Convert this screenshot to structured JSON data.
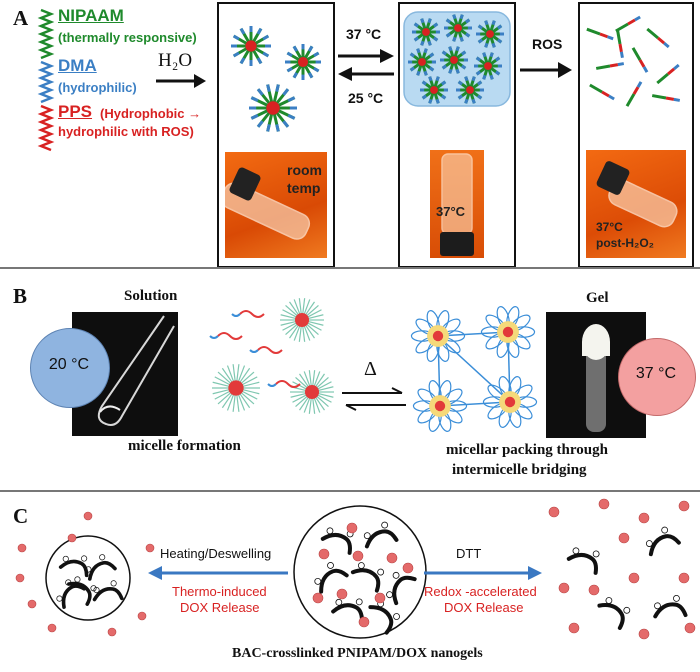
{
  "panel_a": {
    "label": "A",
    "legend": [
      {
        "name": "NIPAAM",
        "desc": "(thermally responsive)",
        "color": "#1f8a2c"
      },
      {
        "name": "DMA",
        "desc": "(hydrophilic)",
        "color": "#3b7fc4"
      },
      {
        "name": "PPS",
        "desc": "(Hydrophobic →",
        "desc2": "hydrophilic with ROS)",
        "color": "#d82222"
      }
    ],
    "h2o_label": "H₂O",
    "arrow_forward_label": "37 °C",
    "arrow_back_label": "25 °C",
    "ros_label": "ROS",
    "photo1_label_line1": "room",
    "photo1_label_line2": "temp",
    "photo2_label": "37°C",
    "photo3_label_line1": "37°C",
    "photo3_label_line2": "post-H₂O₂"
  },
  "panel_b": {
    "label": "B",
    "solution_label": "Solution",
    "gel_label": "Gel",
    "temp_left": "20 °C",
    "temp_right": "37 °C",
    "delta_label": "Δ",
    "caption_left": "micelle formation",
    "caption_right_line1": "micellar packing through",
    "caption_right_line2": "intermicelle bridging",
    "colors": {
      "cold": "#8fb4e0",
      "warm": "#f3a0a0"
    }
  },
  "panel_c": {
    "label": "C",
    "left_arrow_label": "Heating/Deswelling",
    "left_release_line1": "Thermo-induced",
    "left_release_line2": "DOX Release",
    "right_arrow_label": "DTT",
    "right_release_line1": "Redox -accelerated",
    "right_release_line2": "DOX Release",
    "caption": "BAC-crosslinked PNIPAM/DOX nanogels",
    "colors": {
      "arrow": "#3a78c2",
      "release": "#d82222",
      "dox": "#e46a6a"
    }
  }
}
